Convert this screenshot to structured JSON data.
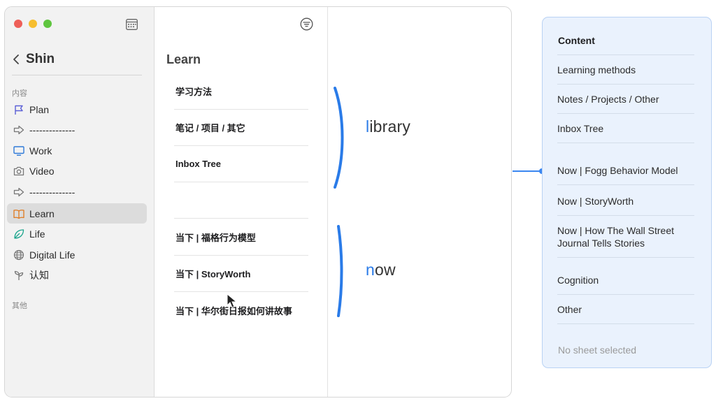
{
  "sidebar": {
    "title": "Shin",
    "section_content": "内容",
    "section_other": "其他",
    "items": [
      {
        "label": "Plan",
        "icon": "flag-icon"
      },
      {
        "label": "--------------",
        "icon": "arrow-right-icon"
      },
      {
        "label": "Work",
        "icon": "monitor-icon"
      },
      {
        "label": "Video",
        "icon": "camera-icon"
      },
      {
        "label": "--------------",
        "icon": "arrow-right-icon"
      },
      {
        "label": "Learn",
        "icon": "book-icon",
        "selected": true
      },
      {
        "label": "Life",
        "icon": "leaf-icon"
      },
      {
        "label": "Digital Life",
        "icon": "globe-icon"
      },
      {
        "label": "认知",
        "icon": "sprout-icon"
      }
    ]
  },
  "middle": {
    "title": "Learn",
    "items": [
      {
        "label": "学习方法"
      },
      {
        "label": "笔记 / 项目 / 其它"
      },
      {
        "label": "Inbox Tree"
      },
      {
        "label": ""
      },
      {
        "label": "当下 | 福格行为模型"
      },
      {
        "label": "当下 | StoryWorth"
      },
      {
        "label": "当下 | 华尔街日报如何讲故事"
      }
    ]
  },
  "annotations": {
    "library_first": "l",
    "library_rest": "ibrary",
    "now_first": "n",
    "now_rest": "ow"
  },
  "content_panel": {
    "title": "Content",
    "items": [
      {
        "label": "Learning methods"
      },
      {
        "label": "Notes / Projects / Other"
      },
      {
        "label": "Inbox Tree"
      },
      {
        "label": "Now | Fogg Behavior Model"
      },
      {
        "label": "Now | StoryWorth"
      },
      {
        "label": "Now | How The Wall Street Journal Tells Stories"
      },
      {
        "label": "Cognition"
      },
      {
        "label": "Other"
      }
    ],
    "footer": "No sheet selected"
  },
  "colors": {
    "accent": "#2a7be8",
    "panel_bg": "#eaf2fd",
    "panel_border": "#b9d2f4",
    "selected_bg": "#dcdcdc"
  }
}
